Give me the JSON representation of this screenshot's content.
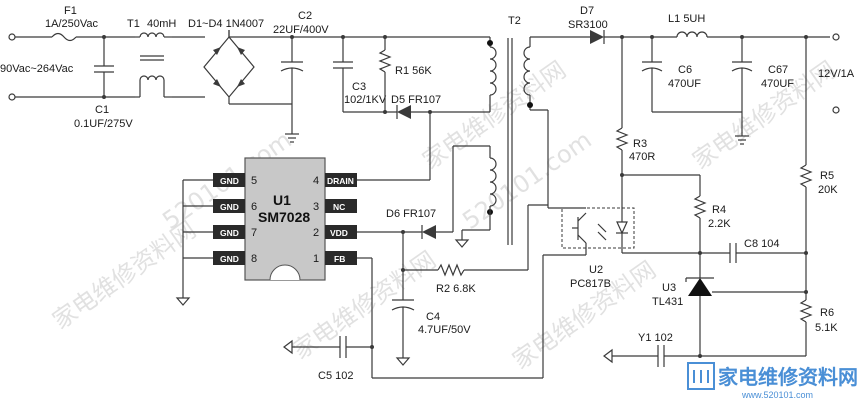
{
  "fuse": {
    "ref": "F1",
    "value": "1A/250Vac"
  },
  "transformer1": {
    "ref": "T1",
    "value": "40mH"
  },
  "bridge": {
    "ref": "D1~D4 1N4007"
  },
  "cap_c2": {
    "ref": "C2",
    "value": "22UF/400V"
  },
  "transformer2": {
    "ref": "T2"
  },
  "diode_d7": {
    "ref": "D7",
    "value": "SR3100"
  },
  "inductor_l1": {
    "ref": "L1",
    "value": "5UH"
  },
  "input_voltage": "90Vac~264Vac",
  "cap_c1": {
    "ref": "C1",
    "value": "0.1UF/275V"
  },
  "cap_c3": {
    "ref": "C3",
    "value": "102/1KV"
  },
  "resistor_r1": {
    "ref": "R1",
    "value": "56K"
  },
  "diode_d5": {
    "ref": "D5",
    "value": "FR107"
  },
  "cap_c6": {
    "ref": "C6",
    "value": "470UF"
  },
  "cap_c67": {
    "ref": "C67",
    "value": "470UF"
  },
  "output": "12V/1A",
  "resistor_r3": {
    "ref": "R3",
    "value": "470R"
  },
  "resistor_r5": {
    "ref": "R5",
    "value": "20K"
  },
  "resistor_r4": {
    "ref": "R4",
    "value": "2.2K"
  },
  "cap_c8": {
    "ref": "C8",
    "value": "104"
  },
  "ic_u1": {
    "ref": "U1",
    "part": "SM7028",
    "pins_left": [
      {
        "name": "GND",
        "num": "5"
      },
      {
        "name": "GND",
        "num": "6"
      },
      {
        "name": "GND",
        "num": "7"
      },
      {
        "name": "GND",
        "num": "8"
      }
    ],
    "pins_right": [
      {
        "name": "DRAIN",
        "num": "4"
      },
      {
        "name": "NC",
        "num": "3"
      },
      {
        "name": "VDD",
        "num": "2"
      },
      {
        "name": "FB",
        "num": "1"
      }
    ]
  },
  "diode_d6": {
    "ref": "D6",
    "value": "FR107"
  },
  "resistor_r2": {
    "ref": "R2",
    "value": "6.8K"
  },
  "optocoupler_u2": {
    "ref": "U2",
    "part": "PC817B"
  },
  "ic_u3": {
    "ref": "U3",
    "part": "TL431"
  },
  "resistor_r6": {
    "ref": "R6",
    "value": "5.1K"
  },
  "cap_c4": {
    "ref": "C4",
    "value": "4.7UF/50V"
  },
  "cap_y1": {
    "ref": "Y1",
    "value": "102"
  },
  "cap_c5": {
    "ref": "C5",
    "value": "102"
  },
  "watermark": {
    "text": "家电维修资料网",
    "url": "520101.com",
    "logo_text": "家电维修资料网",
    "logo_url": "www.520101.com"
  },
  "colors": {
    "wire": "#3a3a3a",
    "ic_body": "#c8c8c8",
    "pin_box": "#2a2a2a",
    "watermark": "#c9c9c9",
    "logo": "#4a8fd6"
  }
}
